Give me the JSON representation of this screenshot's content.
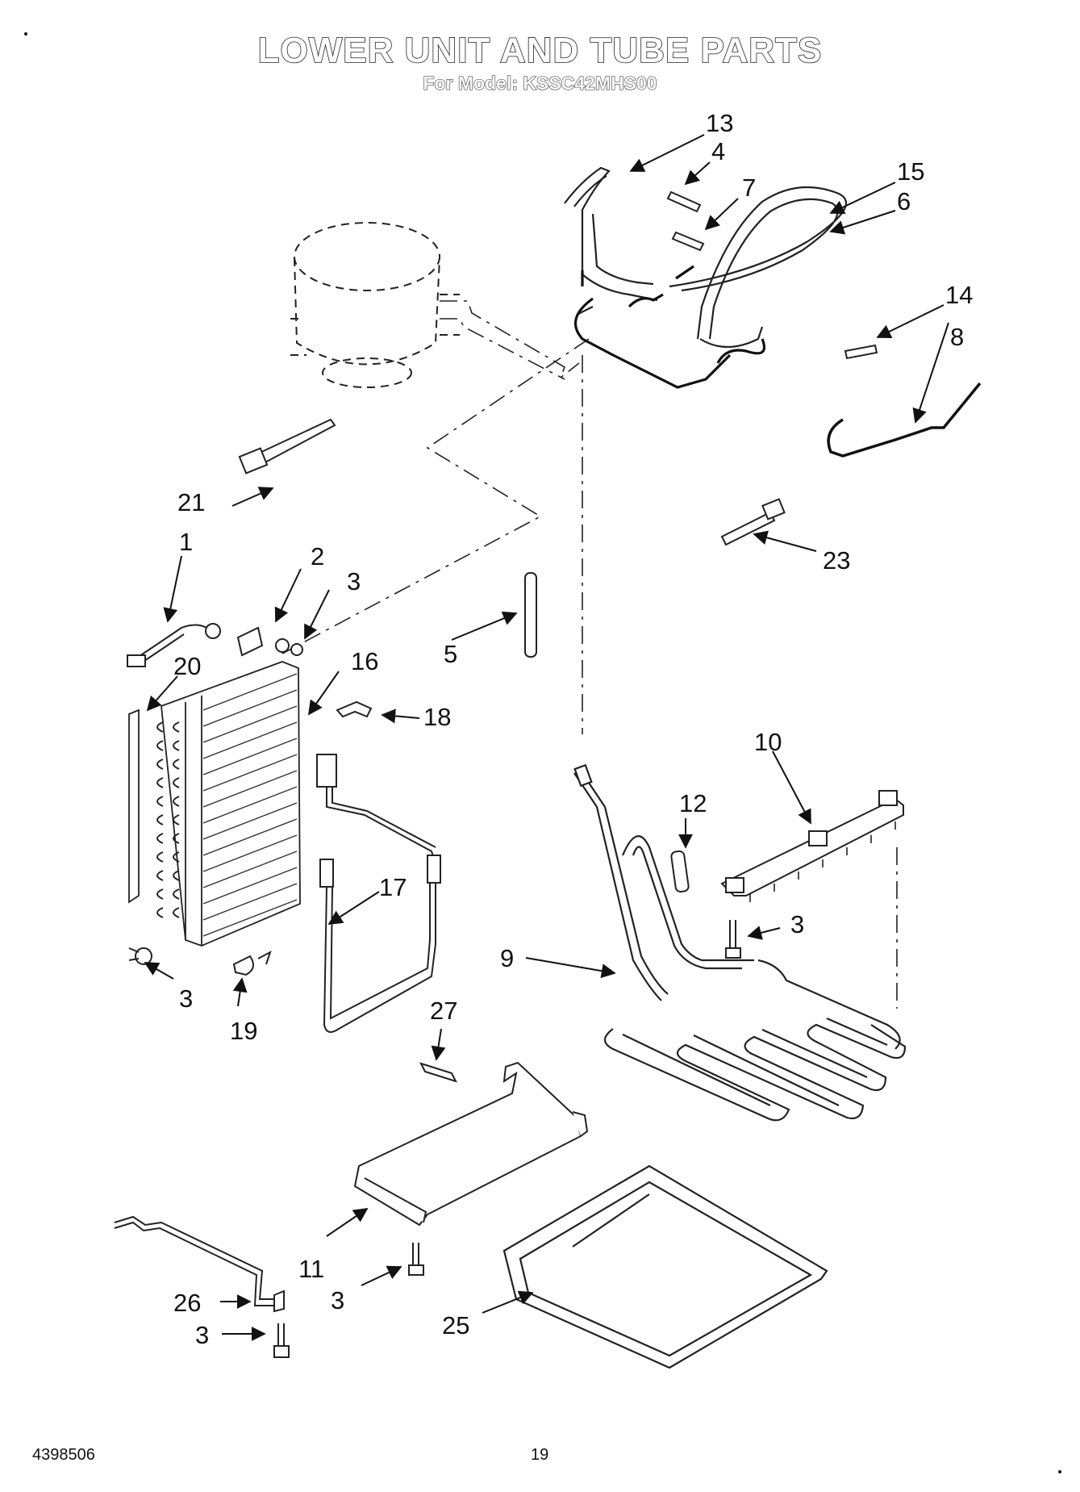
{
  "header": {
    "title": "LOWER UNIT AND TUBE PARTS",
    "subtitle": "For Model: KSSC42MHS00"
  },
  "callouts": {
    "c13": "13",
    "c4": "4",
    "c15": "15",
    "c7": "7",
    "c6": "6",
    "c14": "14",
    "c8": "8",
    "c21": "21",
    "c23": "23",
    "c1": "1",
    "c2": "2",
    "c3_top": "3",
    "c5": "5",
    "c20": "20",
    "c16": "16",
    "c18": "18",
    "c10": "10",
    "c12": "12",
    "c3_right": "3",
    "c17": "17",
    "c9": "9",
    "c3_left": "3",
    "c19": "19",
    "c27": "27",
    "c11": "11",
    "c3_bottom": "3",
    "c26": "26",
    "c3_bracket": "3",
    "c25": "25"
  },
  "footer": {
    "doc_number": "4398506",
    "page_number": "19"
  }
}
